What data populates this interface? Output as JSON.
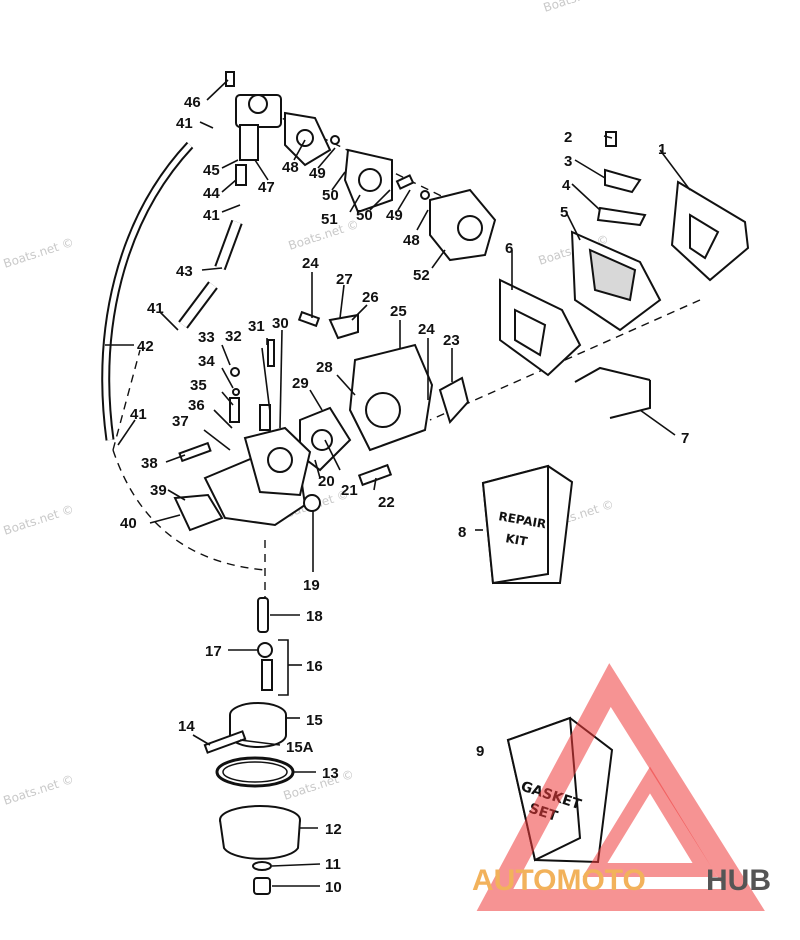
{
  "watermark": "Boats.net ©",
  "brand": {
    "part1": "AUTOMOTO",
    "part2": "HUB",
    "color_accent": "#ee3a3a",
    "color_text1": "#f2b25b",
    "color_text2": "#555555"
  },
  "boxes": {
    "repair_kit": [
      "REPAIR",
      "KIT"
    ],
    "gasket_set": [
      "GASKET",
      "SET"
    ]
  },
  "callouts": {
    "c46": "46",
    "c41a": "41",
    "c45": "45",
    "c44": "44",
    "c41b": "41",
    "c43": "43",
    "c41c": "41",
    "c42": "42",
    "c41d": "41",
    "c47": "47",
    "c48a": "48",
    "c49a": "49",
    "c50a": "50",
    "c51": "51",
    "c50b": "50",
    "c49b": "49",
    "c48b": "48",
    "c52": "52",
    "c2": "2",
    "c3": "3",
    "c4": "4",
    "c1": "1",
    "c5": "5",
    "c6": "6",
    "c7": "7",
    "c24a": "24",
    "c27": "27",
    "c26": "26",
    "c25": "25",
    "c24b": "24",
    "c23": "23",
    "c31": "31",
    "c30": "30",
    "c32": "32",
    "c33": "33",
    "c34": "34",
    "c35": "35",
    "c36": "36",
    "c37": "37",
    "c38": "38",
    "c39": "39",
    "c40": "40",
    "c28": "28",
    "c29": "29",
    "c21": "21",
    "c20": "20",
    "c22": "22",
    "c19": "19",
    "c8": "8",
    "c18": "18",
    "c17": "17",
    "c16": "16",
    "c15": "15",
    "c14": "14",
    "c15a": "15A",
    "c13": "13",
    "c12": "12",
    "c11": "11",
    "c10": "10",
    "c9": "9"
  }
}
